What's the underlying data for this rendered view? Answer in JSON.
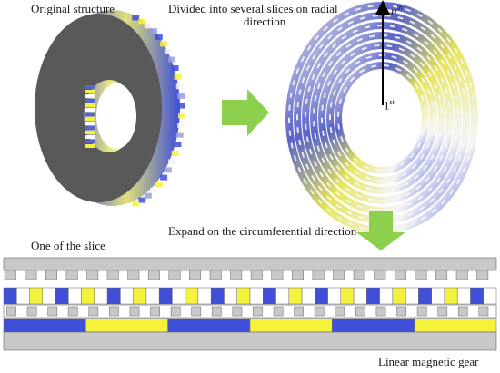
{
  "labels": {
    "original": "Original structure",
    "divided": "Divided into several slices on radial",
    "divided_line2": "direction",
    "nth": "n",
    "nth_sup": "th",
    "first": "1",
    "first_sup": "st",
    "expand": "Expand on the circumferential direction",
    "one_slice": "One of the slice",
    "linear_gear": "Linear magnetic gear"
  },
  "colors": {
    "ring_face": "#595959",
    "steel": "#c8c8c8",
    "magnet_blue": "#3f4fd8",
    "magnet_yellow": "#f4f23a",
    "arrow_green": "#8dd04e",
    "outline": "#666666"
  },
  "linear_gear": {
    "teeth_count": 24,
    "inner_pole_pattern": [
      "blue",
      "white",
      "yellow",
      "white"
    ],
    "inner_pole_count": 38,
    "outer_pole_pattern": [
      "blue",
      "yellow"
    ],
    "outer_pole_count": 6
  }
}
